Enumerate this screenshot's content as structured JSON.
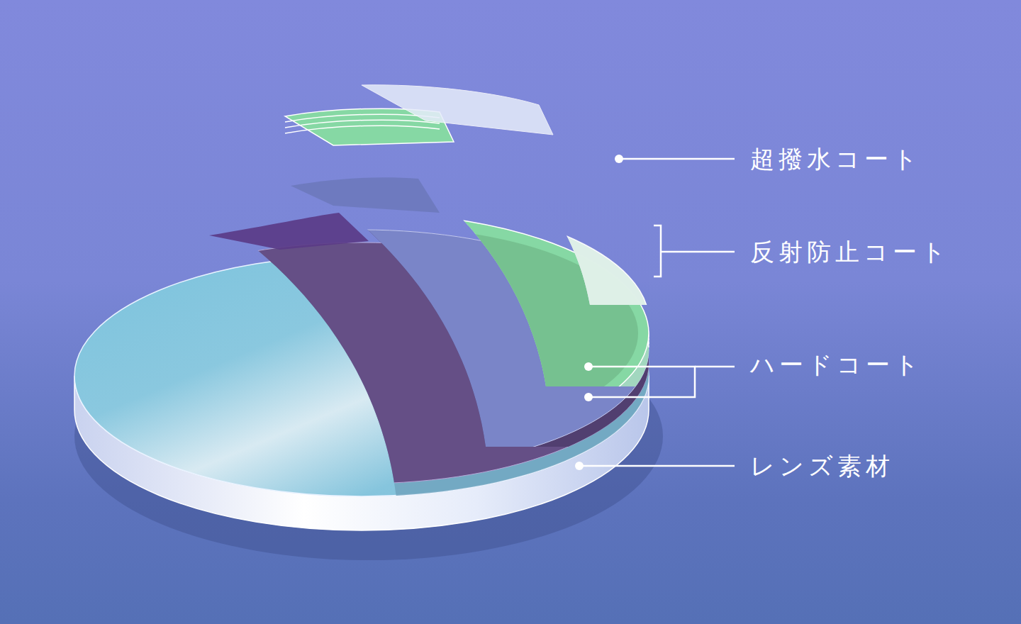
{
  "diagram": {
    "labels": [
      "超撥水コート",
      "反射防止コート",
      "ハードコート",
      "レンズ素材"
    ]
  }
}
